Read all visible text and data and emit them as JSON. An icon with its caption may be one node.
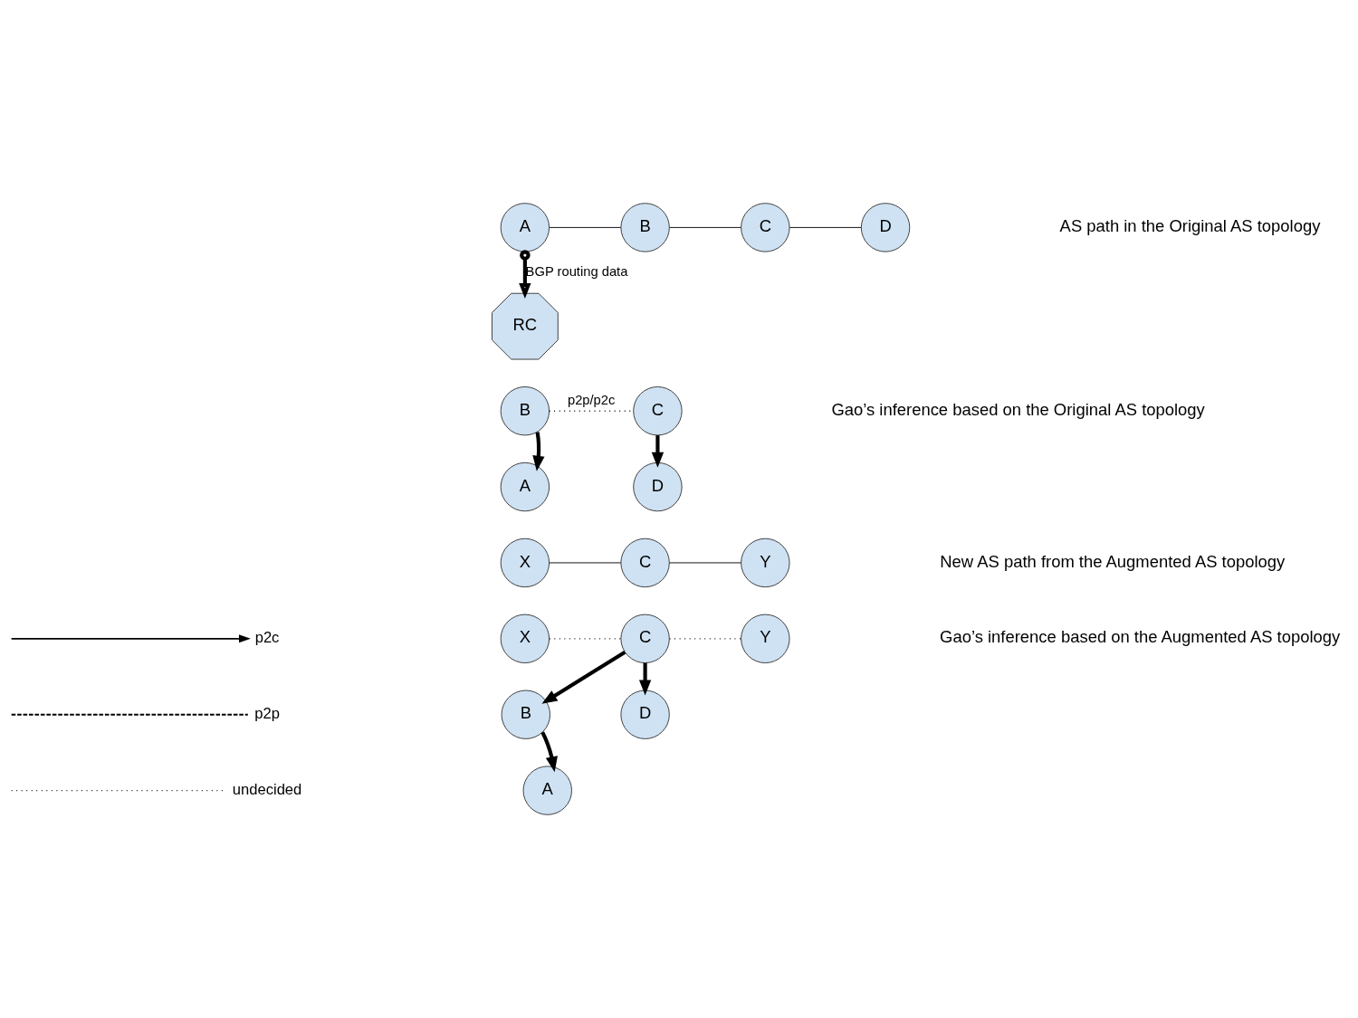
{
  "diagram": {
    "nodes": [
      {
        "text": [
          "A"
        ]
      },
      {
        "text": [
          "B"
        ]
      },
      {
        "text": [
          "C"
        ]
      },
      {
        "text": [
          "D"
        ]
      },
      {
        "text": [
          "RC"
        ]
      },
      {
        "text": [
          "B"
        ]
      },
      {
        "text": [
          "C"
        ]
      },
      {
        "text": [
          "A"
        ]
      },
      {
        "text": [
          "D"
        ]
      },
      {
        "text": [
          "X"
        ]
      },
      {
        "text": [
          "C"
        ]
      },
      {
        "text": [
          "Y"
        ]
      },
      {
        "text": [
          "X"
        ]
      },
      {
        "text": [
          "Y"
        ]
      },
      {
        "text": [
          "C"
        ]
      },
      {
        "text": [
          "B"
        ]
      },
      {
        "text": [
          "D"
        ]
      },
      {
        "text": [
          "A"
        ]
      }
    ],
    "edges": [
      {
        "from": 0,
        "to": 1,
        "arrow": "none"
      },
      {
        "from": 1,
        "to": 2,
        "arrow": "none"
      },
      {
        "from": 2,
        "to": 3,
        "arrow": "none"
      },
      {
        "from": 0,
        "to": 4,
        "arrow": "to",
        "label": "BGP routing data",
        "style": "thick"
      },
      {
        "from": 5,
        "to": 6,
        "arrow": "none",
        "label": "p2p/p2c",
        "style": "dashed"
      },
      {
        "from": 5,
        "to": 7,
        "arrow": "to",
        "style": "thick"
      },
      {
        "from": 6,
        "to": 8,
        "arrow": "to",
        "style": "thick"
      },
      {
        "from": 9,
        "to": 10,
        "arrow": "none"
      },
      {
        "from": 10,
        "to": 11,
        "arrow": "none"
      },
      {
        "from": 12,
        "to": 14,
        "arrow": "none",
        "style": "dashed"
      },
      {
        "from": 14,
        "to": 13,
        "arrow": "none",
        "style": "dashed"
      },
      {
        "from": 14,
        "to": 15,
        "arrow": "to",
        "style": "thick"
      },
      {
        "from": 15,
        "to": 17,
        "arrow": "to",
        "style": "thick"
      },
      {
        "from": 14,
        "to": 16,
        "arrow": "to",
        "style": "thick"
      }
    ],
    "labels": [
      "AS path in the Original AS topology",
      "Gao’s inference based on the Original AS topology",
      "New AS path from the Augmented AS topology",
      "Gao’s inference based on the Augmented AS topology"
    ],
    "legend": [
      {
        "text": "p2c"
      },
      {
        "text": "p2p"
      },
      {
        "text": "undecided"
      }
    ]
  }
}
